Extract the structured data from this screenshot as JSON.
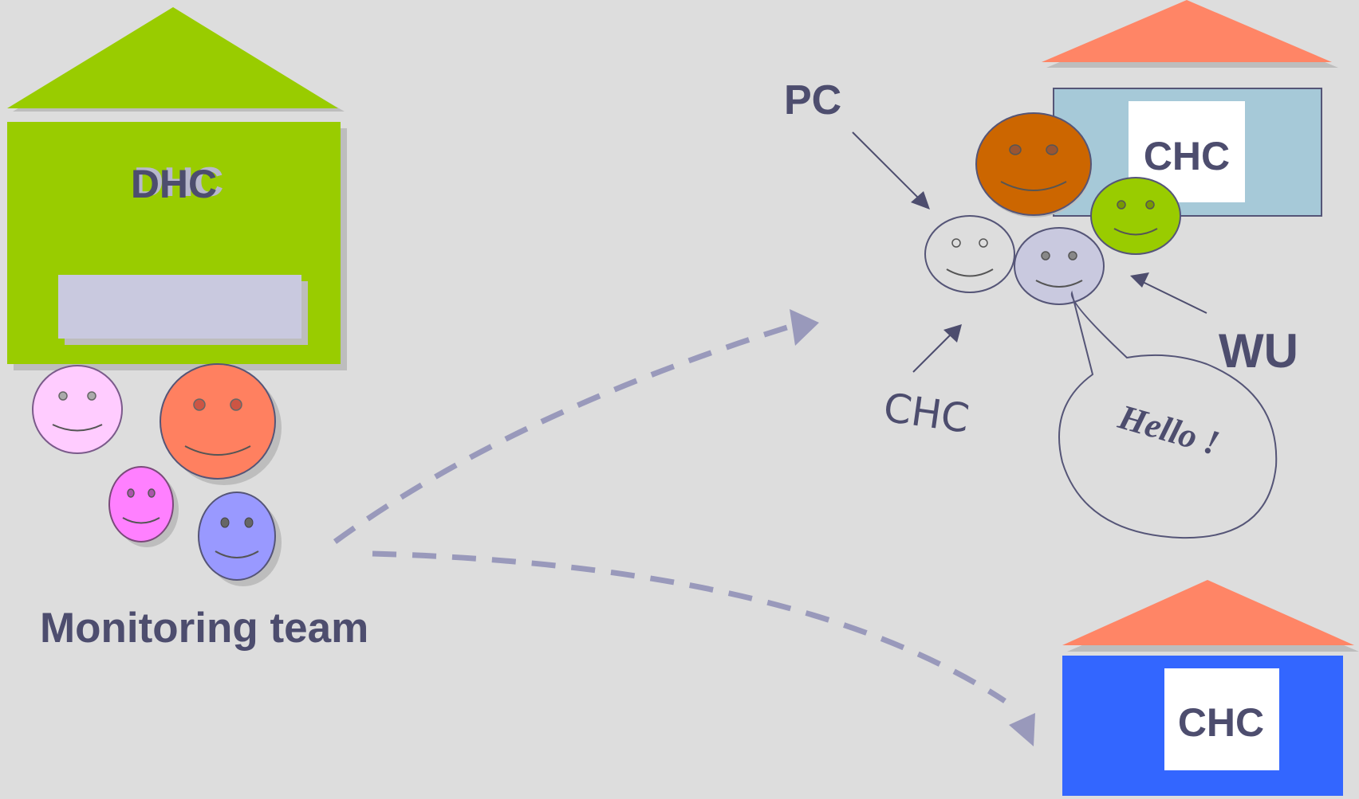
{
  "labels": {
    "dhc": "DHC",
    "monitoring_team": "Monitoring team",
    "pc": "PC",
    "chc_top": "CHC",
    "chc_bottom": "CHC",
    "chc_person": "CHC",
    "wu": "WU",
    "speech": "Hello !"
  },
  "colors": {
    "background": "#dddddd",
    "dhc_building": "#99cc00",
    "chc_roof": "#ff8566",
    "chc_top_building": "#a6c9d8",
    "chc_bottom_building": "#3366ff",
    "text": "#4d4d6e",
    "dashed_arrow": "#9999bb"
  }
}
